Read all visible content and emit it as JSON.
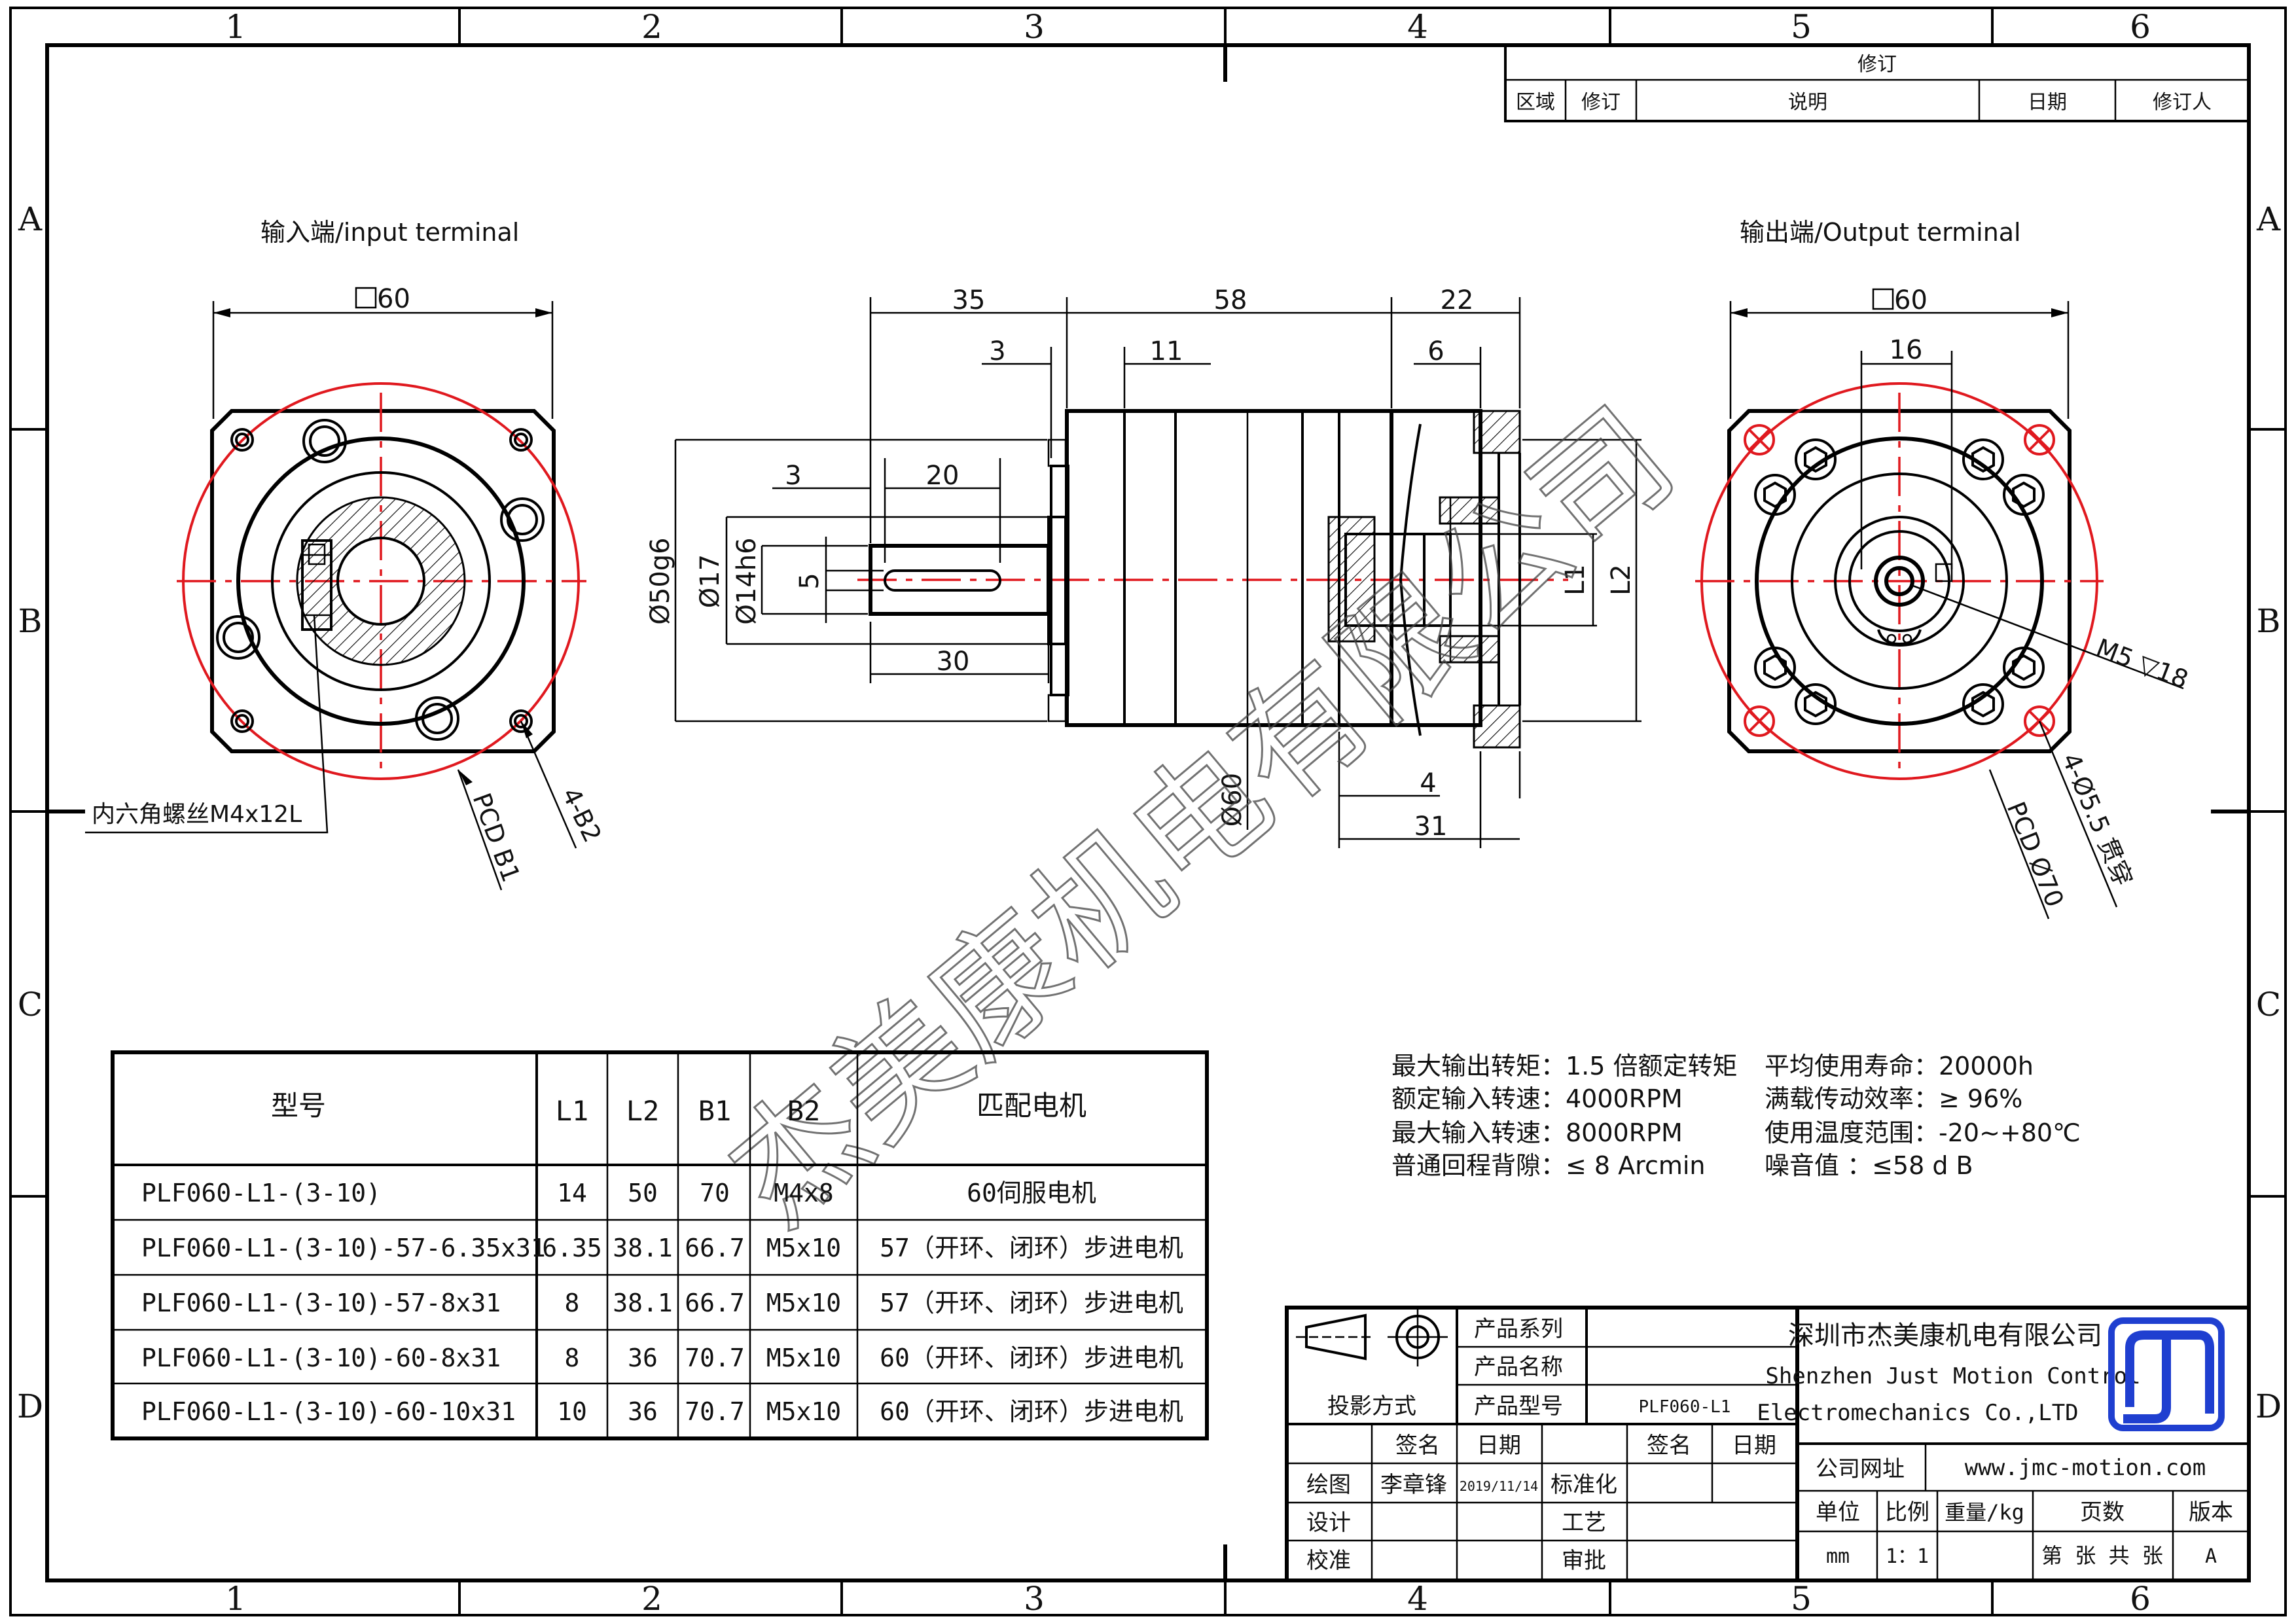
{
  "border": {
    "columns": [
      "1",
      "2",
      "3",
      "4",
      "5",
      "6"
    ],
    "rows": [
      "A",
      "B",
      "C",
      "D"
    ]
  },
  "revision": {
    "title": "修订",
    "headers": [
      "区域",
      "修订",
      "说明",
      "日期",
      "修订人"
    ]
  },
  "views": {
    "input_title": "输入端/input terminal",
    "output_title": "输出端/Output terminal"
  },
  "dims_input": {
    "square": "60",
    "screw_note": "内六角螺丝M4x12L",
    "pcd": "PCD B1",
    "holes": "4-B2"
  },
  "dims_side": {
    "d35": "35",
    "d58": "58",
    "d22": "22",
    "d3a": "3",
    "d11": "11",
    "d6": "6",
    "d3b": "3",
    "d20": "20",
    "d30": "30",
    "d4": "4",
    "d31": "31",
    "dia50": "Ø50g6",
    "dia17": "Ø17",
    "dia14": "Ø14h6",
    "key5": "5",
    "dia60": "Ø60",
    "l1": "L1",
    "l2": "L2"
  },
  "dims_output": {
    "square": "60",
    "d16": "16",
    "thread": "M5 ▽18",
    "pcd": "PCD Ø70",
    "holes": "4-Ø5.5 贯穿"
  },
  "model_table": {
    "headers": [
      "型号",
      "L1",
      "L2",
      "B1",
      "B2",
      "匹配电机"
    ],
    "rows": [
      [
        "PLF060-L1-(3-10)",
        "14",
        "50",
        "70",
        "M4x8",
        "60伺服电机"
      ],
      [
        "PLF060-L1-(3-10)-57-6.35x31",
        "6.35",
        "38.1",
        "66.7",
        "M5x10",
        "57（开环、闭环）步进电机"
      ],
      [
        "PLF060-L1-(3-10)-57-8x31",
        "8",
        "38.1",
        "66.7",
        "M5x10",
        "57（开环、闭环）步进电机"
      ],
      [
        "PLF060-L1-(3-10)-60-8x31",
        "8",
        "36",
        "70.7",
        "M5x10",
        "60（开环、闭环）步进电机"
      ],
      [
        "PLF060-L1-(3-10)-60-10x31",
        "10",
        "36",
        "70.7",
        "M5x10",
        "60（开环、闭环）步进电机"
      ]
    ]
  },
  "specs": {
    "left": [
      "最大输出转矩：1.5 倍额定转矩",
      "额定输入转速：4000RPM",
      "最大输入转速：8000RPM",
      "普通回程背隙：≤ 8 Arcmin"
    ],
    "right": [
      "平均使用寿命：20000h",
      "满载传动效率：≥   96%",
      "使用温度范围：-20~+80℃",
      "噪音值         ：≤58 d B"
    ]
  },
  "title_block": {
    "product_series_label": "产品系列",
    "product_name_label": "产品名称",
    "projection_label": "投影方式",
    "product_model_label": "产品型号",
    "product_model_value": "PLF060-L1",
    "sign_label": "签名",
    "date_label": "日期",
    "sign_label2": "签名",
    "date_label2": "日期",
    "draw_label": "绘图",
    "draw_name": "李章锋",
    "draw_date": "2019/11/14",
    "std_label": "标准化",
    "design_label": "设计",
    "craft_label": "工艺",
    "check_label": "校准",
    "approve_label": "审批",
    "company_cn": "深圳市杰美康机电有限公司",
    "company_en1": "Shenzhen Just Motion Control",
    "company_en2": "Electromechanics Co.,LTD",
    "website_label": "公司网址",
    "website": "www.jmc-motion.com",
    "unit_label": "单位",
    "scale_label": "比例",
    "weight_label": "重量/kg",
    "pages_label": "页数",
    "version_label": "版本",
    "unit_value": "mm",
    "scale_value": "1：1",
    "pages_value": "第 张 共 张",
    "version_value": "A",
    "logo_text": "jmc"
  },
  "watermark": "杰美康机电有限公司",
  "colors": {
    "centerline": "#e0191f",
    "logo": "#1f3fd0"
  }
}
